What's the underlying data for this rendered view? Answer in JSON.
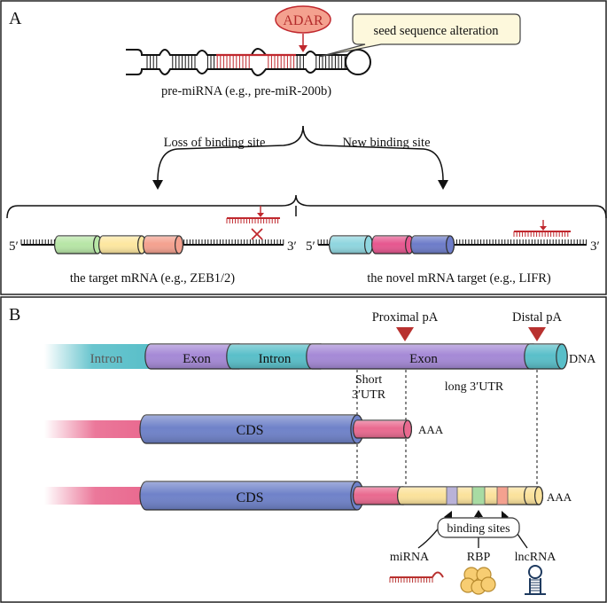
{
  "panel_a": {
    "label": "A",
    "enzyme": "ADAR",
    "callout": "seed sequence alteration",
    "premirna_caption": "pre-miRNA (e.g., pre-miR-200b)",
    "branch_left": "Loss of binding site",
    "branch_right": "New binding site",
    "five_prime": "5′",
    "three_prime": "3′",
    "left_caption": "the target mRNA (e.g., ZEB1/2)",
    "right_caption": "the novel mRNA target (e.g., LIFR)",
    "colors": {
      "edit": "#c0282e",
      "green": "#b7e6a6",
      "yellow": "#fde7a0",
      "salmon": "#f4a18f",
      "cyan": "#8fd6df",
      "pink": "#e6578f",
      "blue": "#6d7cc9"
    }
  },
  "panel_b": {
    "label": "B",
    "proximal_pa": "Proximal pA",
    "distal_pa": "Distal pA",
    "dna_segments": [
      "Intron",
      "Exon",
      "Intron",
      "Exon"
    ],
    "dna_label": "DNA",
    "short_utr_line1": "Short",
    "short_utr_line2": "3′UTR",
    "long_utr": "long 3′UTR",
    "cds_label_1": "CDS",
    "polya_1": "AAA",
    "cds_label_2": "CDS",
    "polya_2": "AAA",
    "binding_sites": "binding sites",
    "regulators": [
      "miRNA",
      "RBP",
      "lncRNA"
    ],
    "colors": {
      "intron": "#59bfc9",
      "exon": "#a589d6",
      "cds": "#6f82c9",
      "utr": "#e9698f",
      "long_utr": "#fbe29b",
      "marker": "#b8312f"
    }
  }
}
